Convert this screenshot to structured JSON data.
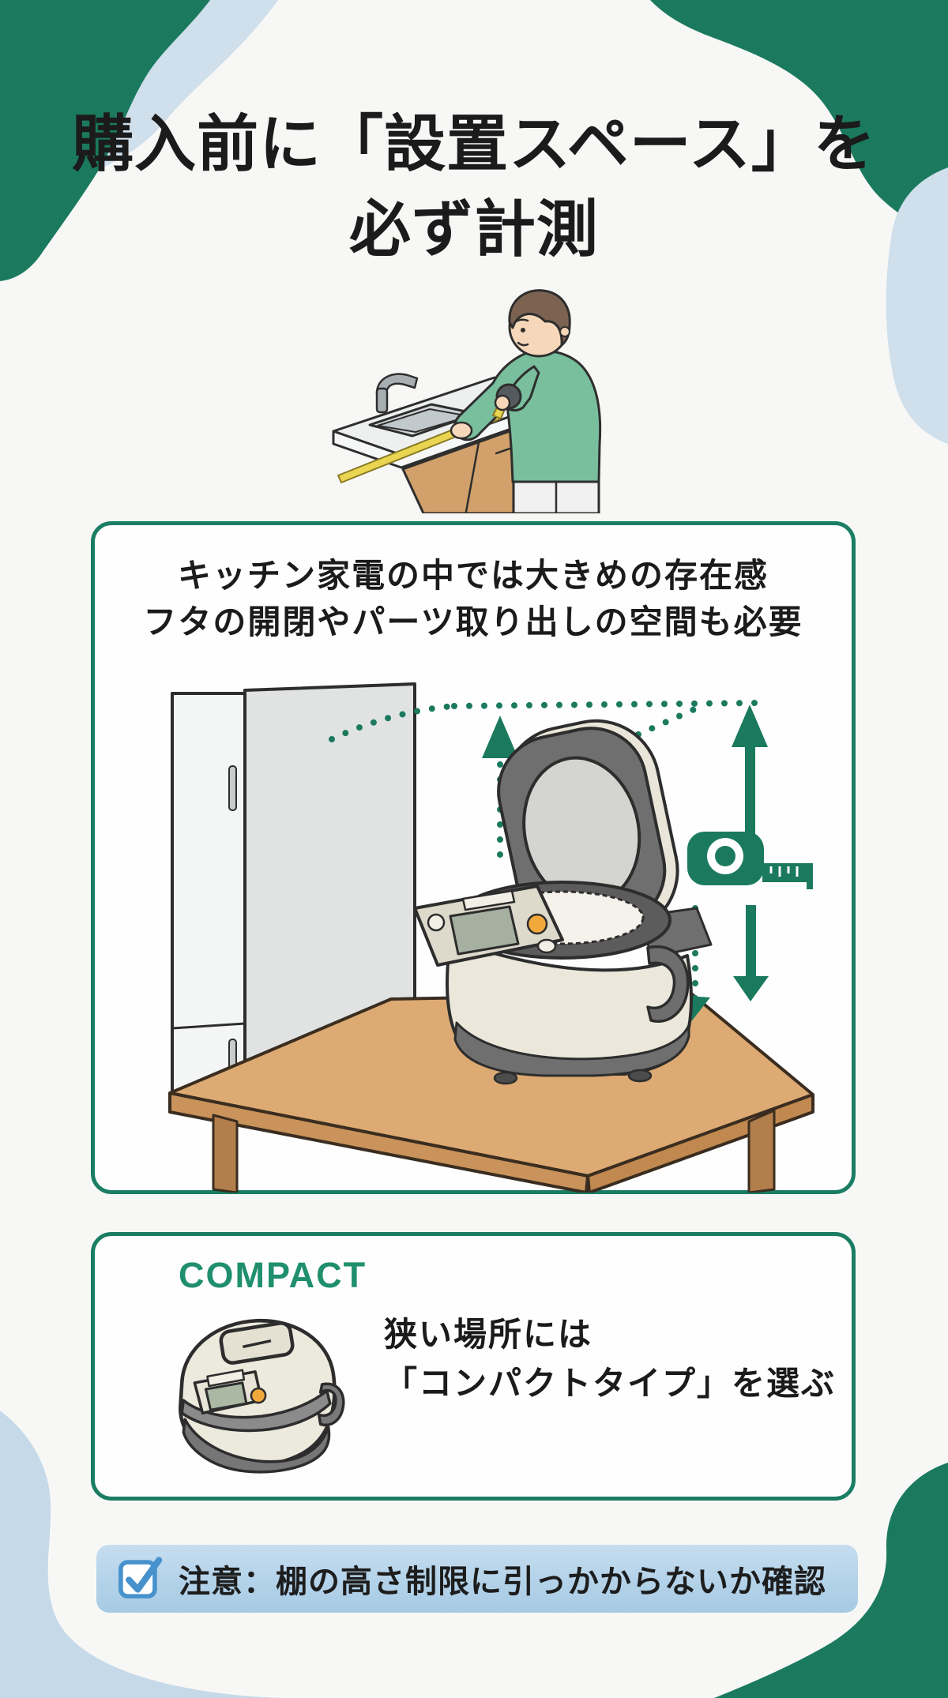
{
  "title": {
    "line1": "購入前に「設置スペース」を",
    "line2": "必ず計測"
  },
  "main_card": {
    "text_line1": "キッチン家電の中では大きめの存在感",
    "text_line2": "フタの開閉やパーツ取り出しの空間も必要"
  },
  "compact_card": {
    "label": "COMPACT",
    "text_line1": "狭い場所には",
    "text_line2": "「コンパクトタイプ」を選ぶ"
  },
  "notice_banner": {
    "text": "注意：棚の高さ制限に引っかからないか確認"
  },
  "theme": {
    "green_dark": "#1b7a5e",
    "card_border_green": "#1b7d63",
    "compact_label_green": "#1f8f6d",
    "accent_blue_light": "#cfdfeb",
    "banner_blue": "#b3d2e9",
    "checkbox_blue": "#4792cd",
    "text_dark": "#1b1b1b",
    "page_bg": "#f7f8f6",
    "card_bg": "#fefefe",
    "wood": "#dcaa72",
    "tape_yellow": "#e9d551",
    "sweater_green": "#79bf9d",
    "cooker_cream": "#ebe8db",
    "cooker_gray": "#6f6f6f",
    "button_orange": "#f2a93c"
  },
  "icons": {
    "measuring_tape": "measuring-tape-icon",
    "checkbox": "checkbox-icon",
    "height_arrows": "measurement-arrow-icons"
  }
}
